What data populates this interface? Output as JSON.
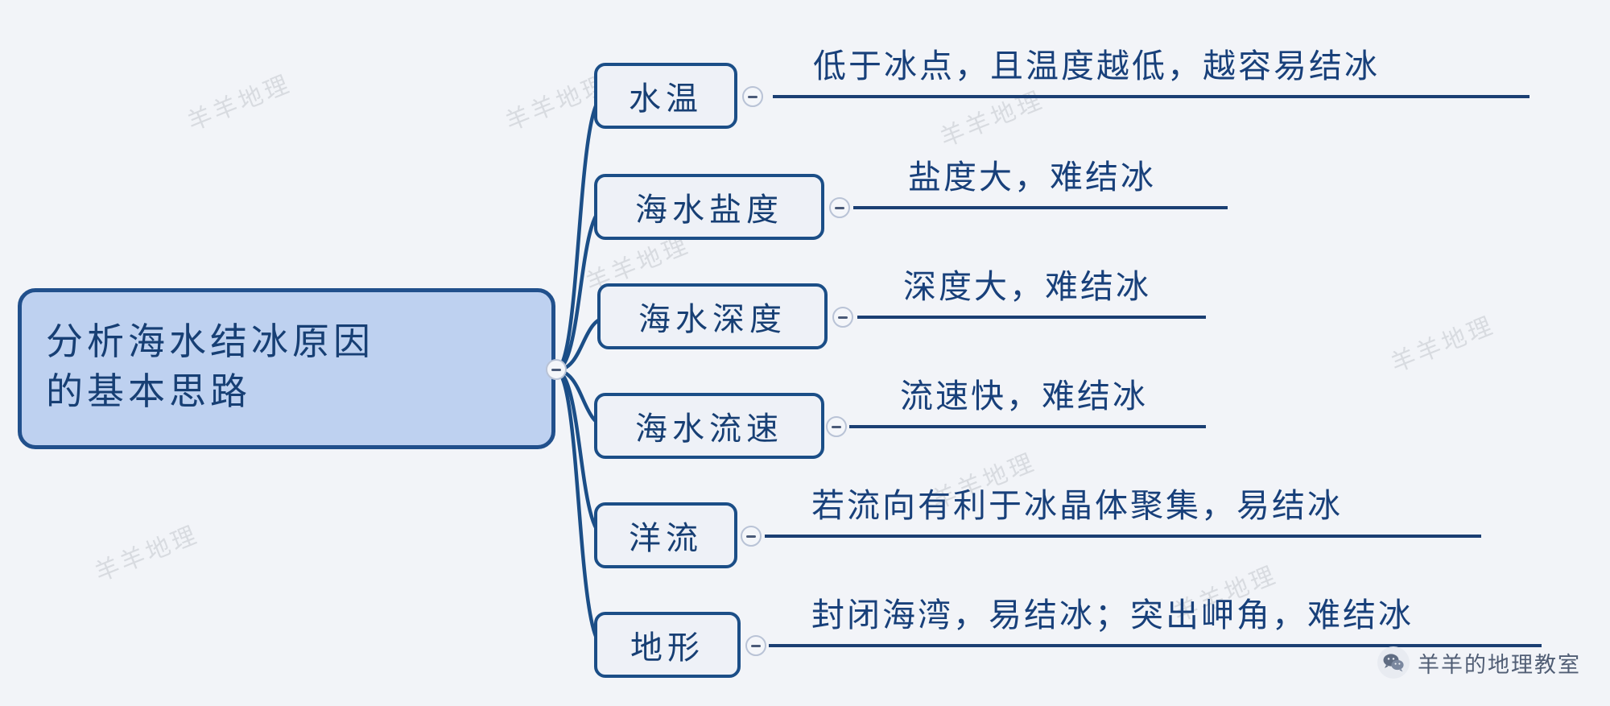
{
  "canvas": {
    "background": "#f2f4f8",
    "accent": "#1b4e87",
    "root_fill": "#bed1f0",
    "text_color": "#18407a"
  },
  "root": {
    "line1": "分析海水结冰原因",
    "line2": "的基本思路"
  },
  "branches": [
    {
      "label": "水温",
      "detail": "低于冰点，且温度越低，越容易结冰"
    },
    {
      "label": "海水盐度",
      "detail": "盐度大，难结冰"
    },
    {
      "label": "海水深度",
      "detail": "深度大，难结冰"
    },
    {
      "label": "海水流速",
      "detail": "流速快，难结冰"
    },
    {
      "label": "洋流",
      "detail": "若流向有利于冰晶体聚集，易结冰"
    },
    {
      "label": "地形",
      "detail": "封闭海湾，易结冰；突出岬角，难结冰"
    }
  ],
  "watermarks": [
    "羊羊地理",
    "羊羊地理",
    "羊羊地理",
    "羊羊地理",
    "羊羊地理",
    "羊羊地理",
    "羊羊地理",
    "羊羊地理",
    "羊羊地理"
  ],
  "badge": {
    "label": "羊羊的地理教室",
    "icon": "wechat-icon"
  }
}
